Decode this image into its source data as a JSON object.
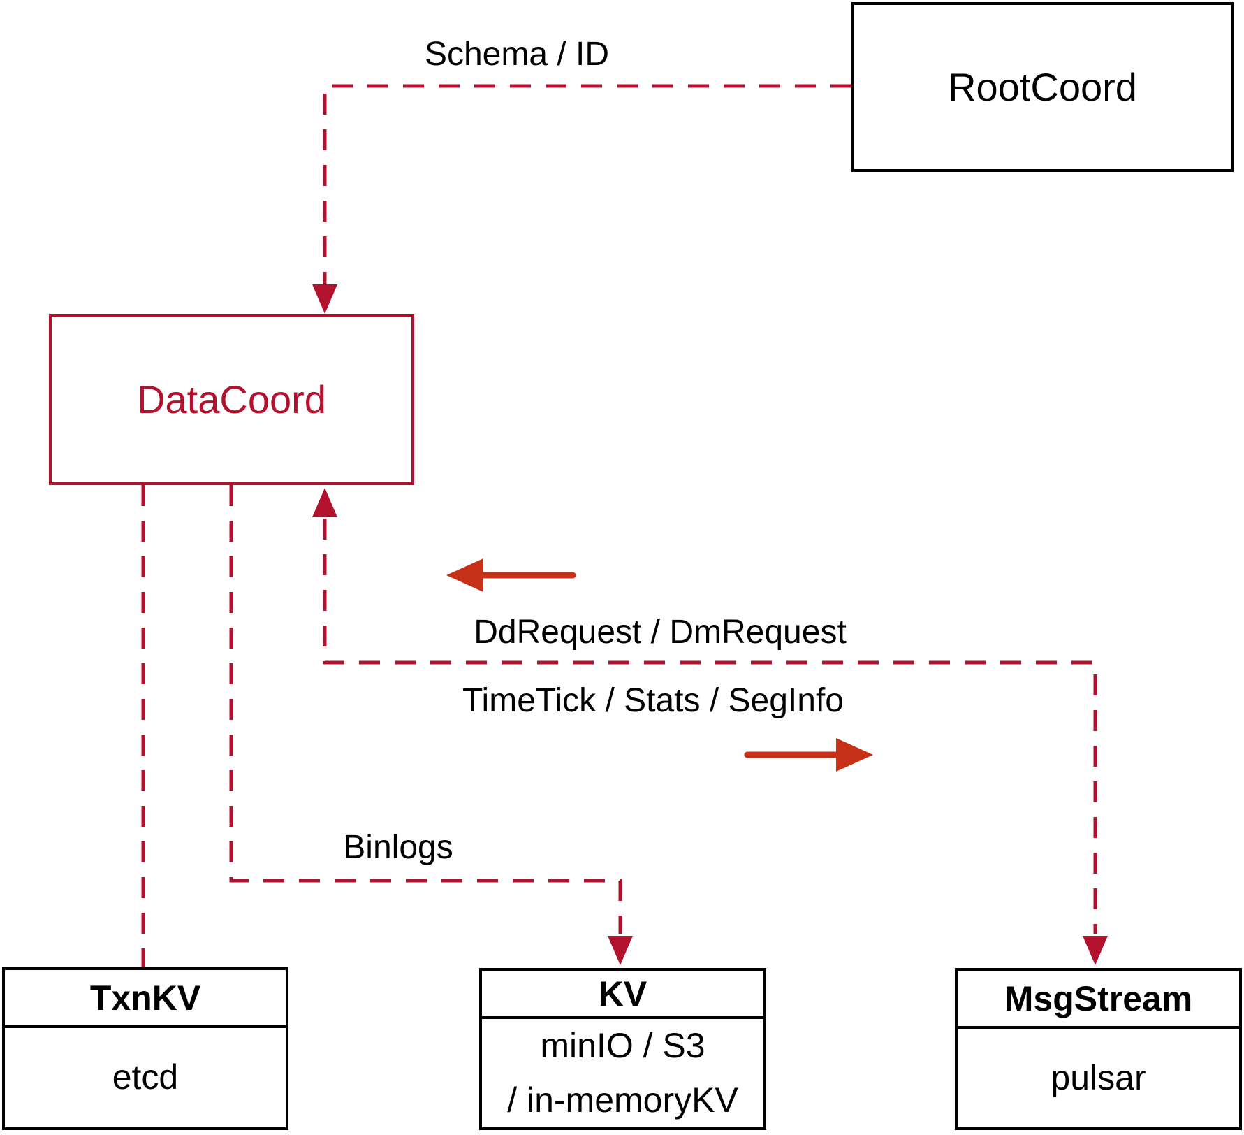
{
  "diagram": {
    "colors": {
      "line_red": "#B2122E",
      "arrow_red": "#C53017",
      "box_black": "#000000"
    },
    "nodes": {
      "rootcoord": {
        "label": "RootCoord"
      },
      "datacoord": {
        "label": "DataCoord"
      },
      "txnkv": {
        "title": "TxnKV",
        "body": "etcd"
      },
      "kv": {
        "title": "KV",
        "body_line1": "minIO / S3",
        "body_line2": "/ in-memoryKV"
      },
      "msgstream": {
        "title": "MsgStream",
        "body": "pulsar"
      }
    },
    "edge_labels": {
      "schema_id": "Schema / ID",
      "dd_request": "DdRequest / DmRequest",
      "time_tick": "TimeTick / Stats / SegInfo",
      "binlogs": "Binlogs"
    }
  }
}
